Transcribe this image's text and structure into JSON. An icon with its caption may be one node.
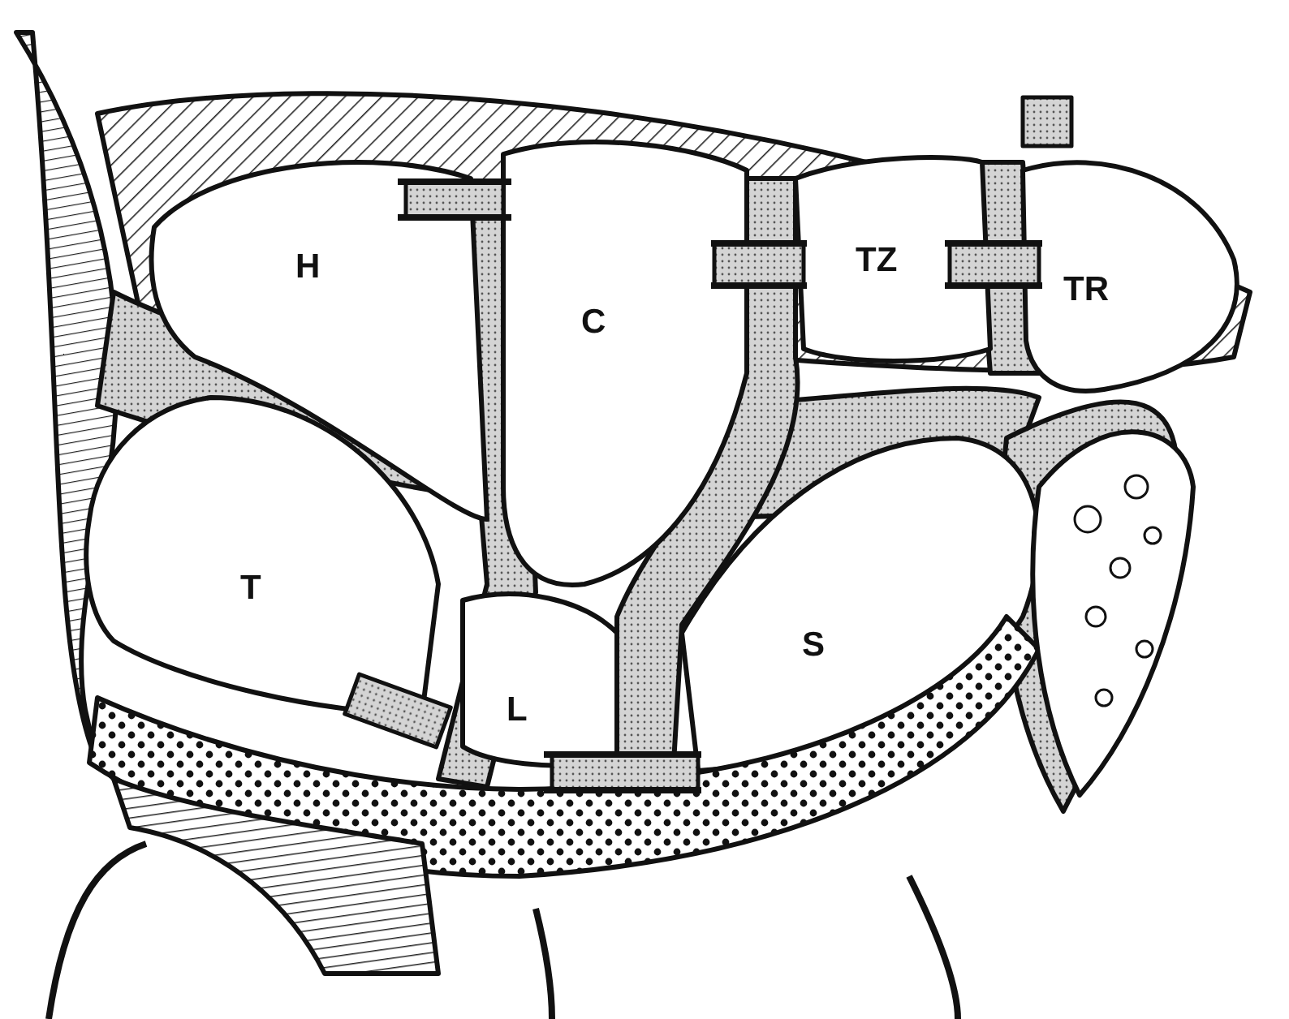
{
  "diagram": {
    "labels": [
      "H",
      "C",
      "TZ",
      "TR",
      "T",
      "L",
      "S"
    ]
  }
}
